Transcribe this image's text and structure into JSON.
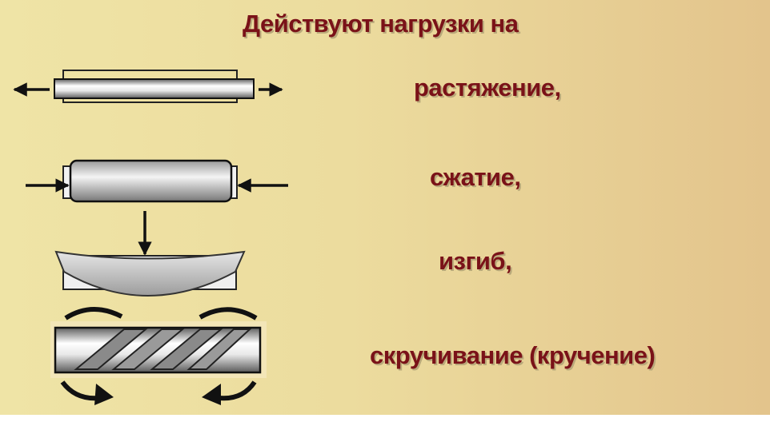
{
  "title": "Действуют нагрузки на",
  "loads": [
    {
      "id": "tension",
      "label": "растяжение,"
    },
    {
      "id": "compression",
      "label": "сжатие,"
    },
    {
      "id": "bending",
      "label": "изгиб,"
    },
    {
      "id": "torsion",
      "label": "скручивание (кручение)"
    }
  ],
  "colors": {
    "label_text": "#7a1218",
    "background_left": "#efe4a6",
    "background_right": "#e3c48c",
    "arrow": "#111111"
  }
}
